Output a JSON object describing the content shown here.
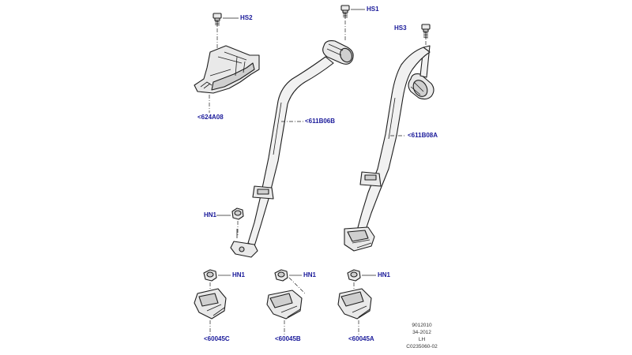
{
  "diagram": {
    "callouts": {
      "hs2": "HS2",
      "hs1": "HS1",
      "hs3": "HS3",
      "bracket": "<624A08",
      "belt_center": "<611B06B",
      "belt_right": "<611B08A",
      "nut": "HN1",
      "nut_c": "HN1",
      "nut_b": "HN1",
      "nut_a": "HN1",
      "buckle_c": "<60045C",
      "buckle_b": "<60045B",
      "buckle_a": "<60045A"
    },
    "stamp": {
      "line1": "9012010",
      "line2": "34-2012",
      "line3": "LH",
      "line4": "C0235060-02"
    }
  }
}
